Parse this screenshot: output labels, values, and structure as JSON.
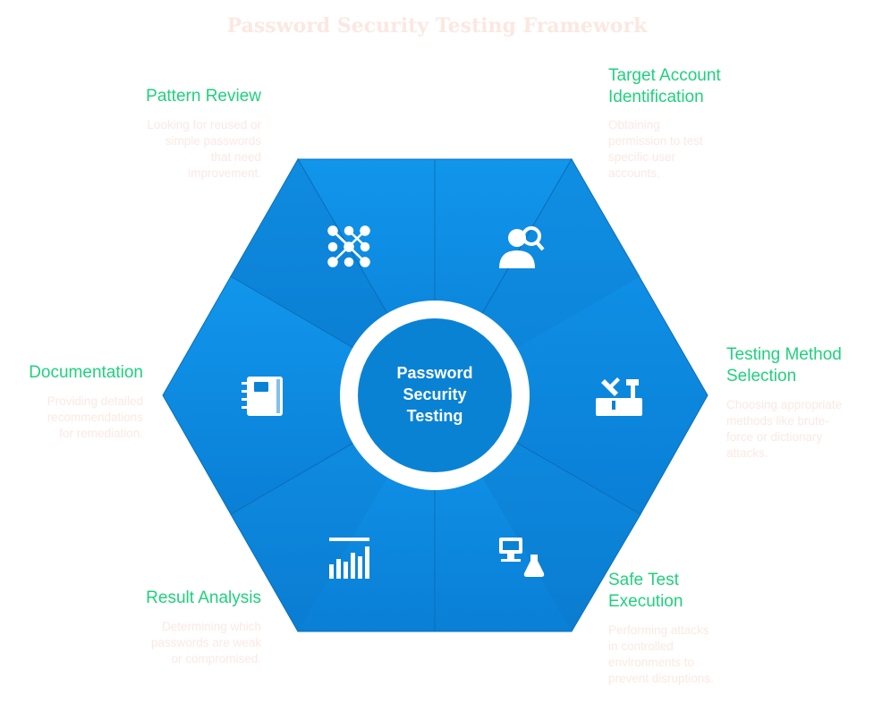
{
  "title": "Password Security Testing Framework",
  "center": {
    "line1": "Password",
    "line2": "Security",
    "line3": "Testing"
  },
  "colors": {
    "segment_fill": "#0b8de6",
    "segment_border": "#0a6fb8",
    "step_title": "#1fd17d",
    "step_desc": "#fbe9e2",
    "center_ring": "#ffffff",
    "center_fill": "#0a82d4"
  },
  "steps": [
    {
      "key": "target",
      "icon": "user-search-icon",
      "title_l1": "Target Account",
      "title_l2": "Identification",
      "desc": [
        "Obtaining",
        "permission to test",
        "specific user",
        "accounts."
      ]
    },
    {
      "key": "method",
      "icon": "tools-icon",
      "title_l1": "Testing Method",
      "title_l2": "Selection",
      "desc": [
        "Choosing appropriate",
        "methods like brute-",
        "force or dictionary",
        "attacks."
      ]
    },
    {
      "key": "execution",
      "icon": "computer-flask-icon",
      "title_l1": "Safe Test",
      "title_l2": "Execution",
      "desc": [
        "Performing attacks",
        "in controlled",
        "environments to",
        "prevent disruptions."
      ]
    },
    {
      "key": "analysis",
      "icon": "bar-chart-icon",
      "title_l1": "Result Analysis",
      "title_l2": "",
      "desc": [
        "Determining which",
        "passwords are weak",
        "or compromised."
      ]
    },
    {
      "key": "documentation",
      "icon": "notebook-icon",
      "title_l1": "Documentation",
      "title_l2": "",
      "desc": [
        "Providing detailed",
        "recommendations",
        "for remediation."
      ]
    },
    {
      "key": "pattern",
      "icon": "network-pattern-icon",
      "title_l1": "Pattern Review",
      "title_l2": "",
      "desc": [
        "Looking for reused or",
        "simple passwords",
        "that need",
        "improvement."
      ]
    }
  ]
}
